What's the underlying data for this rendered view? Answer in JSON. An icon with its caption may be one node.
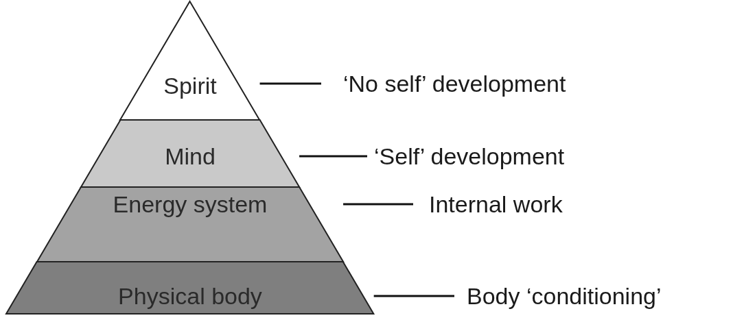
{
  "diagram": {
    "nodes": [
      {
        "text": [
          "Spirit"
        ]
      },
      {
        "text": [
          "Mind"
        ]
      },
      {
        "text": [
          "Energy system"
        ]
      },
      {
        "text": [
          "Physical body"
        ]
      },
      {
        "text": [
          "‘No self’ development"
        ]
      },
      {
        "text": [
          "‘Self’ development"
        ]
      },
      {
        "text": [
          "Internal work"
        ]
      },
      {
        "text": [
          "Body ‘conditioning’"
        ]
      }
    ],
    "edges": [
      {
        "from": 0,
        "to": 4,
        "arrow": "none"
      },
      {
        "from": 1,
        "to": 5,
        "arrow": "none"
      },
      {
        "from": 2,
        "to": 6,
        "arrow": "none"
      },
      {
        "from": 3,
        "to": 7,
        "arrow": "none"
      }
    ]
  }
}
